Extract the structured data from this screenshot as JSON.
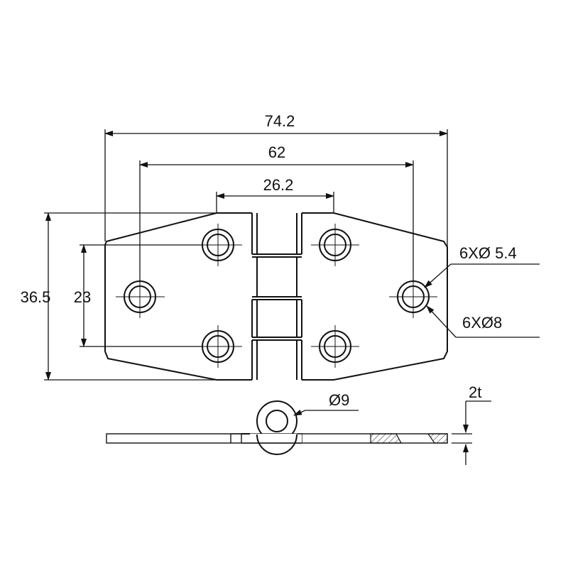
{
  "drawing": {
    "dimensions": {
      "overall_length": "74.2",
      "hole_spacing_outer": "62",
      "leaf_narrow_width": "26.2",
      "overall_height": "36.5",
      "hole_spacing_vertical": "23",
      "pin_diameter": "Ø9",
      "thickness": "2t"
    },
    "callouts": {
      "inner_hole": "6XØ 5.4",
      "outer_hole": "6XØ8"
    }
  }
}
